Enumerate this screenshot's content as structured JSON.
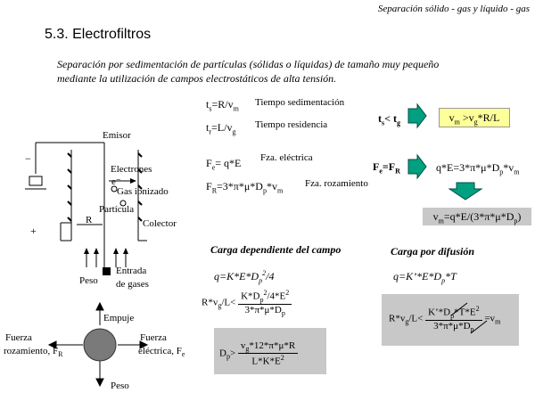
{
  "header": "Separación sólido - gas y líquido - gas",
  "title": "5.3. Electrofiltros",
  "intro": {
    "line1": "Separación por sedimentación de partículas (sólidas o líquidas) de tamaño muy pequeño",
    "line2": "mediante la utilización de campos electrostáticos de alta tensión."
  },
  "diagram": {
    "emisor": "Emisor",
    "electrones": "Electrones",
    "e_minus": "e⁻",
    "gas_ionizado": "Gas ionizado",
    "particula": "Partícula",
    "colector": "Colector",
    "minus": "−",
    "plus": "+",
    "R": "R",
    "peso": "Peso",
    "entrada1": "Entrada",
    "entrada2": "de gases"
  },
  "forces": {
    "empuje": "Empuje",
    "fuerza_left1": "Fuerza",
    "fuerza_left2": "rozamiento, F",
    "fuerza_left_sub": "R",
    "fuerza_right1": "Fuerza",
    "fuerza_right2": "eléctrica, F",
    "fuerza_right_sub": "e",
    "peso": "Peso"
  },
  "eq": {
    "ts_label": "Tiempo sedimentación",
    "tr_label": "Tiempo residencia",
    "fe_label": "Fza. eléctrica",
    "fr_label": "Fza. rozamiento",
    "carga_campo": "Carga dependiente del campo",
    "carga_difusion": "Carga por difusión"
  },
  "colors": {
    "arrow": "#00a080",
    "highlight": "#ffff99",
    "gray_box": "#c8c8c8",
    "sphere": "#7a7a7a"
  }
}
